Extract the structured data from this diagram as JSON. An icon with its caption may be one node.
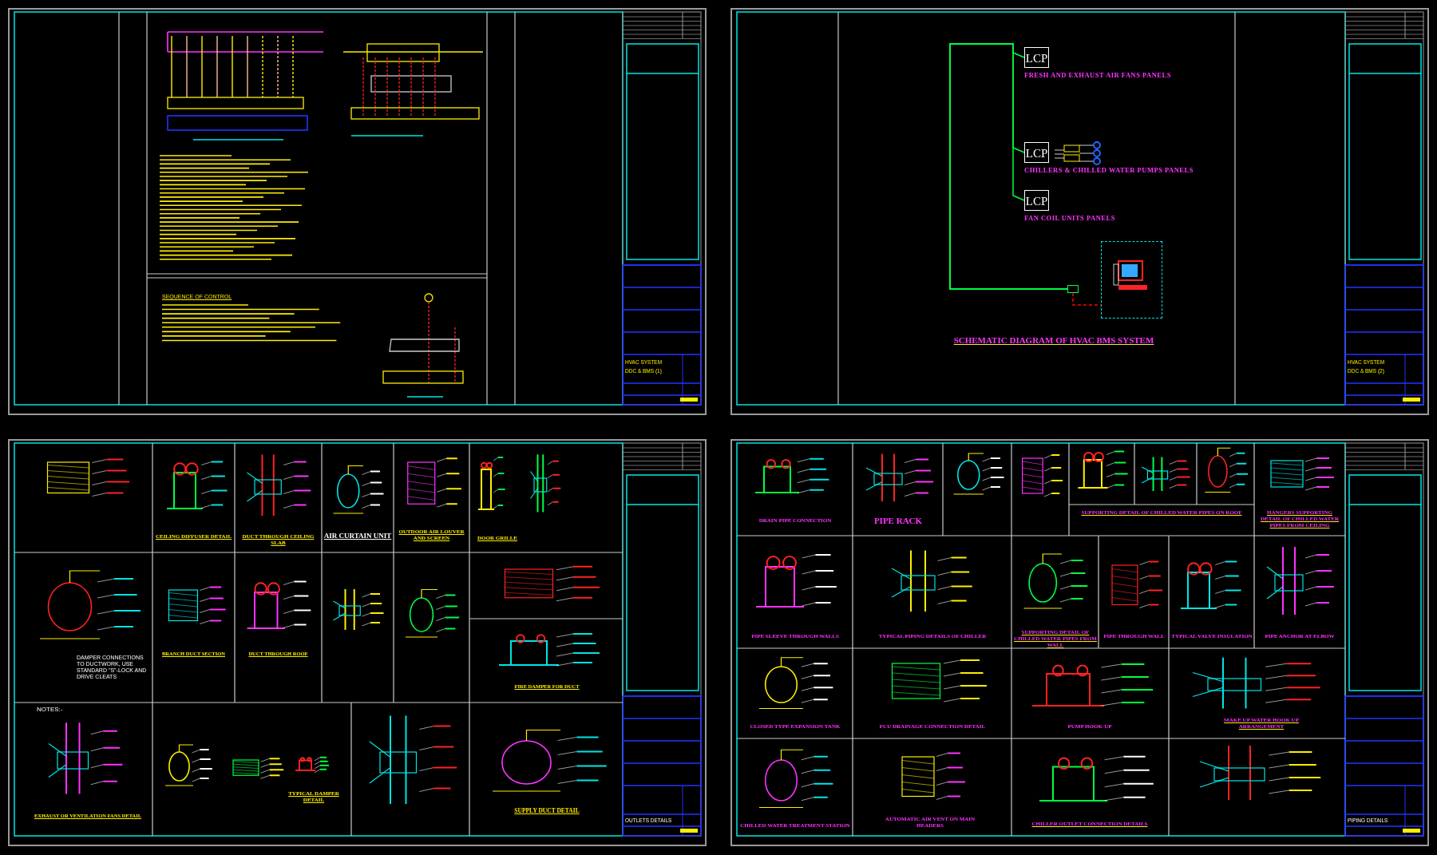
{
  "diagram": {
    "nodes": [
      {
        "text": [
          "LCP",
          "FRESH AND EXHAUST AIR FANS PANELS"
        ]
      },
      {
        "text": [
          "LCP",
          "CHILLERS & CHILLED WATER PUMPS PANELS"
        ]
      },
      {
        "text": [
          "LCP",
          "FAN COIL UNITS PANELS"
        ]
      },
      {
        "text": [],
        "shape": "box"
      },
      {
        "text": [],
        "shape": "picture"
      }
    ],
    "edges": [
      {
        "from": 3,
        "to": 0,
        "arrow": "none"
      },
      {
        "from": 3,
        "to": 1,
        "arrow": "none"
      },
      {
        "from": 3,
        "to": 2,
        "arrow": "none"
      },
      {
        "from": 3,
        "to": 4,
        "arrow": "none",
        "style": "dashed",
        "color": "#ff0000"
      }
    ],
    "labels": [
      "SEQUENCE OF CONTROL",
      "HVAC SYSTEM",
      "DDC & BMS (1)",
      "SCHEMATIC DIAGRAM OF HVAC BMS SYSTEM",
      "HVAC SYSTEM",
      "DDC & BMS (2)",
      "CEILING DIFFUSER DETAIL",
      "DUCT THROUGH CEILING SLAB",
      "AIR CURTAIN UNIT",
      "OUTDOOR AIR LOUVER AND SCREEN",
      "DOOR GRILLE",
      "DAMPER CONNECTIONS TO DUCTWORK, USE STANDARD \"S\"-LOCK AND DRIVE CLEATS",
      "BRANCH DUCT SECTION",
      "DUCT THROUGH ROOF",
      "FIRE DAMPER FOR DUCT",
      "NOTES:-",
      "EXHAUST OR VENTILATION FANS DETAIL",
      "TYPICAL DAMPER DETAIL",
      "SUPPLY DUCT DETAIL",
      "OUTLETS DETAILS",
      "DRAIN PIPE CONNECTION",
      "PIPE RACK",
      "SUPPORTING DETAIL OF CHILLED WATER PIPES ON ROOF",
      "HANGERS SUPPORTING DETAIL OF CHILLED WATER PIPES FROM CEILING",
      "PIPE SLEEVE THROUGH WALLS",
      "TYPICAL PIPING DETAILS OF CHILLER",
      "SUPPORTING DETAIL OF CHILLED WATER PIPES FROM WALL",
      "PIPE THROUGH WALL",
      "TYPICAL VALVE INSULATION",
      "PIPE ANCHOR AT ELBOW",
      "CLOSED TYPE EXPANSION TANK",
      "FCU DRAINAGE CONNECTION DETAIL",
      "PUMP HOOK-UP",
      "MAKE UP WATER HOOK UP ARRANGEMENT",
      "CHILLED WATER TREATMENT STATION",
      "AUTOMATIC AIR VENT ON MAIN HEADERS",
      "CHILLER OUTLET CONNECTION DETAILS",
      "PIPING DETAILS"
    ]
  }
}
